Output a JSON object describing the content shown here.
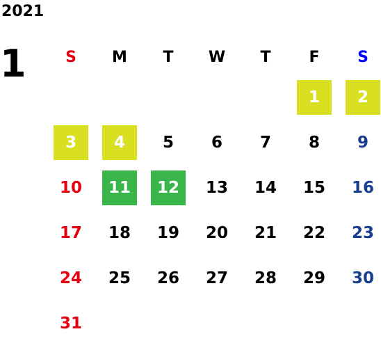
{
  "year": "2021",
  "month": "1",
  "weekdays": [
    "S",
    "M",
    "T",
    "W",
    "T",
    "F",
    "S"
  ],
  "weeks": [
    [
      "",
      "",
      "",
      "",
      "",
      "1",
      "2"
    ],
    [
      "3",
      "4",
      "5",
      "6",
      "7",
      "8",
      "9"
    ],
    [
      "10",
      "11",
      "12",
      "13",
      "14",
      "15",
      "16"
    ],
    [
      "17",
      "18",
      "19",
      "20",
      "21",
      "22",
      "23"
    ],
    [
      "24",
      "25",
      "26",
      "27",
      "28",
      "29",
      "30"
    ],
    [
      "31",
      "",
      "",
      "",
      "",
      "",
      ""
    ]
  ],
  "highlights": {
    "yellow": [
      "1",
      "2",
      "3",
      "4"
    ],
    "green": [
      "11",
      "12"
    ]
  },
  "colors": {
    "sunday": "#e50012",
    "saturday": "#1a3e8f",
    "saturday_header": "#0000ff",
    "yellow_highlight": "#d9e021",
    "green_highlight": "#3ab54a",
    "default": "#000000"
  }
}
